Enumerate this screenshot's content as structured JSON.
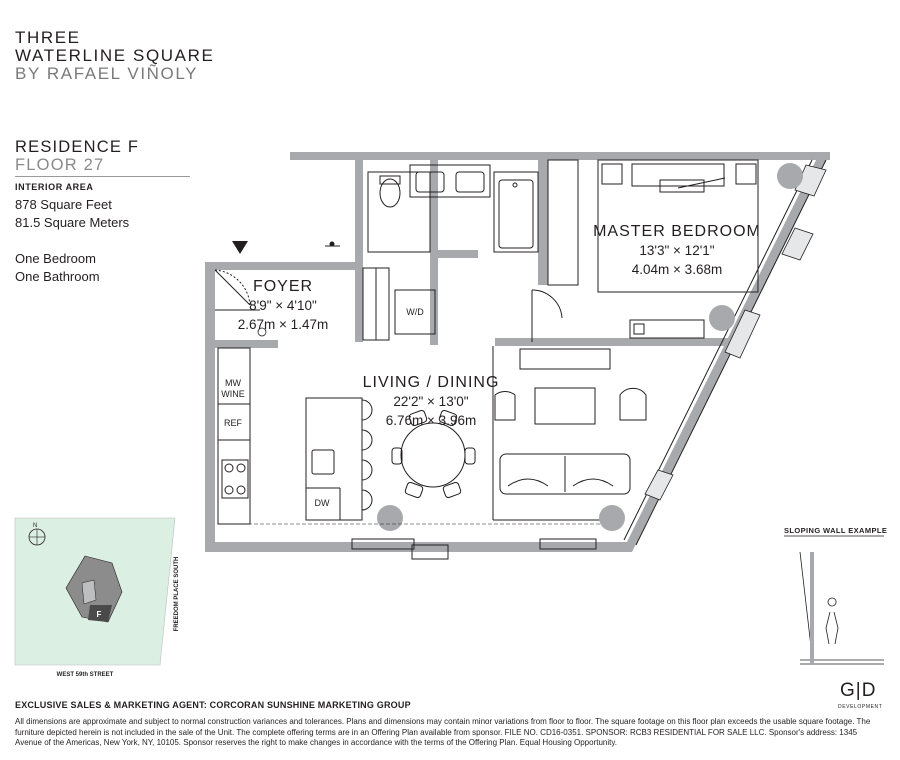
{
  "brand": {
    "line1": "THREE",
    "line2": "WATERLINE SQUARE",
    "line3": "BY RAFAEL VIÑOLY"
  },
  "residence": {
    "name": "RESIDENCE F",
    "floor": "FLOOR 27",
    "interior_label": "INTERIOR AREA",
    "sqft": "878 Square Feet",
    "sqm": "81.5 Square Meters",
    "bedrooms": "One Bedroom",
    "bathrooms": "One Bathroom"
  },
  "rooms": {
    "foyer": {
      "name": "FOYER",
      "imperial": "8'9\" × 4'10\"",
      "metric": "2.67m × 1.47m"
    },
    "living": {
      "name": "LIVING / DINING",
      "imperial": "22'2\" × 13'0\"",
      "metric": "6.76m × 3.96m"
    },
    "master": {
      "name": "MASTER BEDROOM",
      "imperial": "13'3\" × 12'1\"",
      "metric": "4.04m × 3.68m"
    }
  },
  "appliances": {
    "washer_dryer": "W/D",
    "mw": "MW",
    "wine": "WINE",
    "ref": "REF",
    "dw": "DW"
  },
  "keyplan": {
    "street": "WEST 59th STREET",
    "side_street": "FREEDOM PLACE SOUTH",
    "unit": "F",
    "north": "N",
    "colors": {
      "site": "#dcefe3",
      "building": "#8c8c8c",
      "unit": "#4a4a4a"
    }
  },
  "sloping_wall": "SLOPING WALL EXAMPLE",
  "developer": {
    "logo": "G|D",
    "sub": "DEVELOPMENT"
  },
  "agent": "EXCLUSIVE SALES & MARKETING AGENT: CORCORAN SUNSHINE MARKETING GROUP",
  "disclaimer": "All dimensions are approximate and subject to normal construction variances and tolerances. Plans and dimensions may contain minor variations from floor to floor. The square footage on this floor plan exceeds the usable square footage. The furniture depicted herein is not included in the sale of the Unit. The complete offering terms are in an Offering Plan available from sponsor. FILE NO. CD16-0351. SPONSOR: RCB3 RESIDENTIAL FOR SALE LLC. Sponsor's address: 1345 Avenue of the Americas, New York, NY, 10105. Sponsor reserves the right to make changes in accordance with the terms of the Offering Plan. Equal Housing Opportunity.",
  "colors": {
    "wall": "#a7a9ac",
    "line": "#231f20"
  }
}
